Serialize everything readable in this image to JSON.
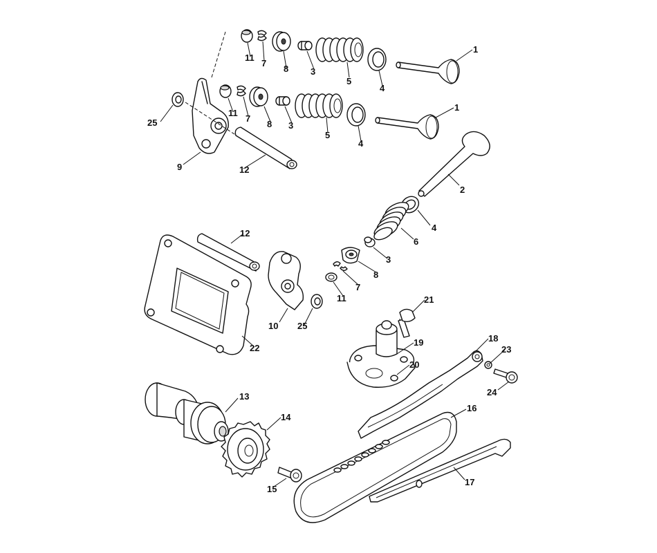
{
  "diagram": {
    "callouts": [
      {
        "id": "c1a",
        "label": "1"
      },
      {
        "id": "c1b",
        "label": "1"
      },
      {
        "id": "c2",
        "label": "2"
      },
      {
        "id": "c3a",
        "label": "3"
      },
      {
        "id": "c3b",
        "label": "3"
      },
      {
        "id": "c3c",
        "label": "3"
      },
      {
        "id": "c4a",
        "label": "4"
      },
      {
        "id": "c4b",
        "label": "4"
      },
      {
        "id": "c4c",
        "label": "4"
      },
      {
        "id": "c5a",
        "label": "5"
      },
      {
        "id": "c5b",
        "label": "5"
      },
      {
        "id": "c6",
        "label": "6"
      },
      {
        "id": "c7a",
        "label": "7"
      },
      {
        "id": "c7b",
        "label": "7"
      },
      {
        "id": "c7c",
        "label": "7"
      },
      {
        "id": "c8a",
        "label": "8"
      },
      {
        "id": "c8b",
        "label": "8"
      },
      {
        "id": "c8c",
        "label": "8"
      },
      {
        "id": "c9",
        "label": "9"
      },
      {
        "id": "c10",
        "label": "10"
      },
      {
        "id": "c11a",
        "label": "11"
      },
      {
        "id": "c11b",
        "label": "11"
      },
      {
        "id": "c11c",
        "label": "11"
      },
      {
        "id": "c12a",
        "label": "12"
      },
      {
        "id": "c12b",
        "label": "12"
      },
      {
        "id": "c13",
        "label": "13"
      },
      {
        "id": "c14",
        "label": "14"
      },
      {
        "id": "c15",
        "label": "15"
      },
      {
        "id": "c16",
        "label": "16"
      },
      {
        "id": "c17",
        "label": "17"
      },
      {
        "id": "c18",
        "label": "18"
      },
      {
        "id": "c19",
        "label": "19"
      },
      {
        "id": "c20",
        "label": "20"
      },
      {
        "id": "c21",
        "label": "21"
      },
      {
        "id": "c22",
        "label": "22"
      },
      {
        "id": "c23",
        "label": "23"
      },
      {
        "id": "c24",
        "label": "24"
      },
      {
        "id": "c25a",
        "label": "25"
      },
      {
        "id": "c25b",
        "label": "25"
      }
    ]
  }
}
